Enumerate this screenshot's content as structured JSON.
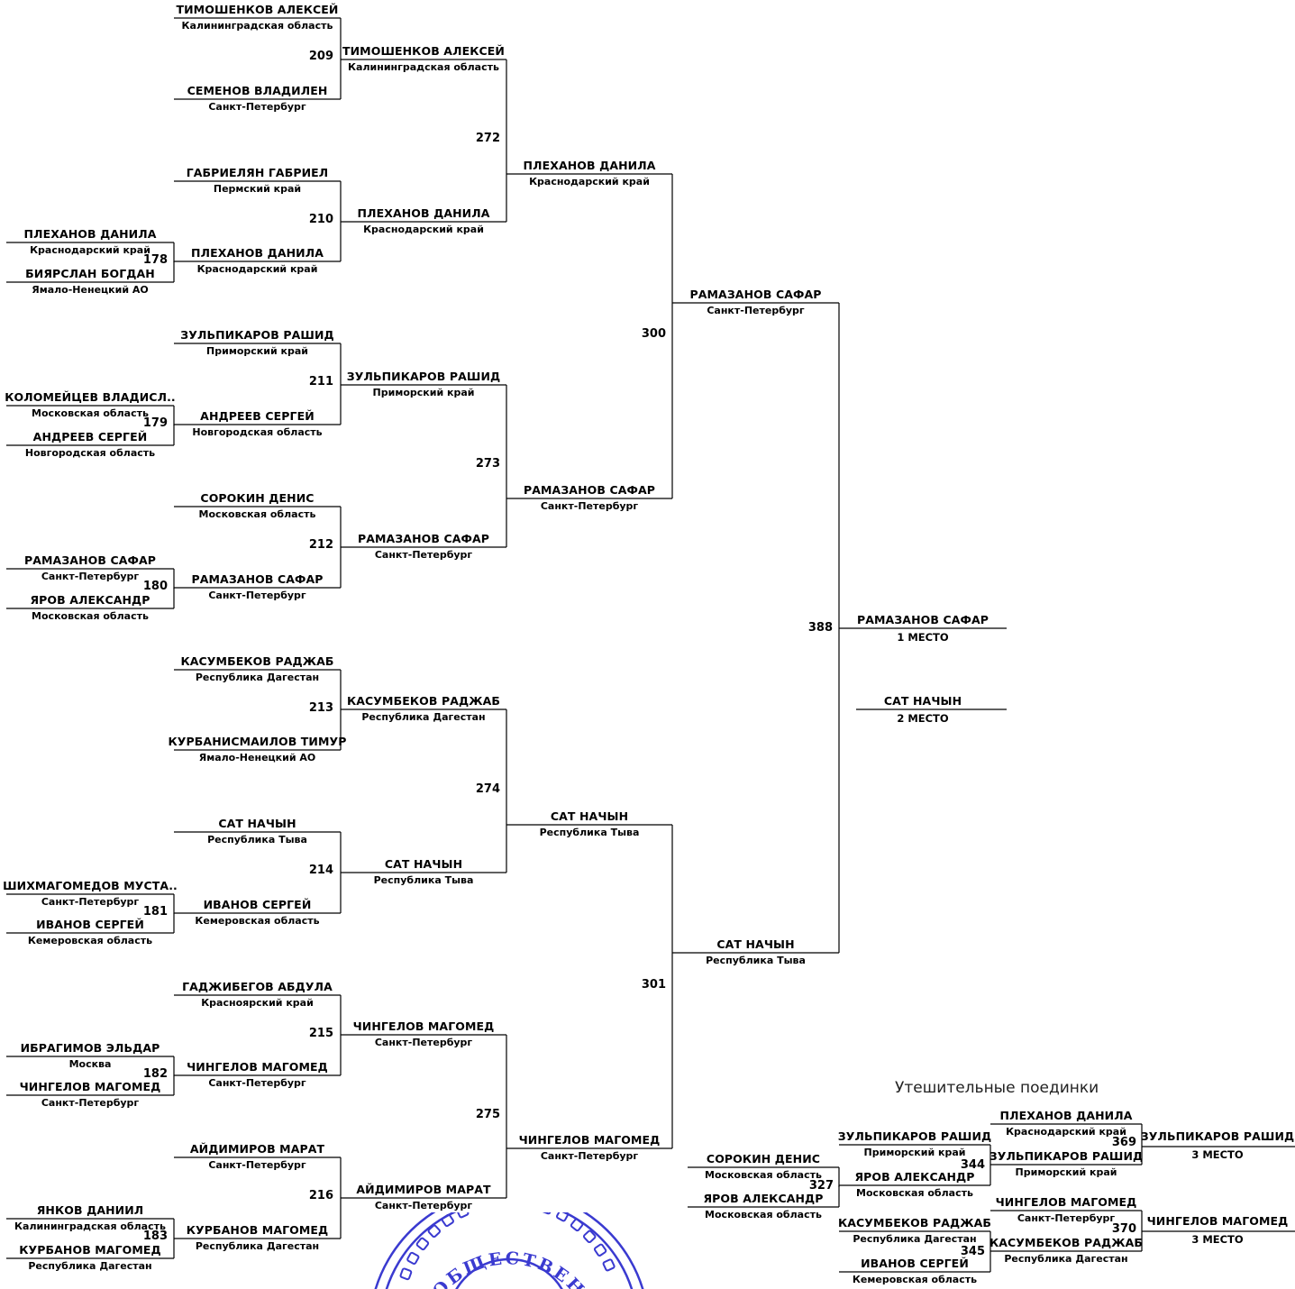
{
  "consolation_title": "Утешительные поединки",
  "r0": [
    {
      "name": "ПЛЕХАНОВ ДАНИЛА",
      "region": "Краснодарский край"
    },
    {
      "name": "БИЯРСЛАН БОГДАН",
      "region": "Ямало-Ненецкий АО"
    },
    {
      "name": "КОЛОМЕЙЦЕВ ВЛАДИСЛ..",
      "region": "Московская область"
    },
    {
      "name": "АНДРЕЕВ СЕРГЕЙ",
      "region": "Новгородская область"
    },
    {
      "name": "РАМАЗАНОВ САФАР",
      "region": "Санкт-Петербург"
    },
    {
      "name": "ЯРОВ АЛЕКСАНДР",
      "region": "Московская область"
    },
    {
      "name": "ШИХМАГОМЕДОВ МУСТА..",
      "region": "Санкт-Петербург"
    },
    {
      "name": "ИВАНОВ СЕРГЕЙ",
      "region": "Кемеровская область"
    },
    {
      "name": "ИБРАГИМОВ ЭЛЬДАР",
      "region": "Москва"
    },
    {
      "name": "ЧИНГЕЛОВ МАГОМЕД",
      "region": "Санкт-Петербург"
    },
    {
      "name": "ЯНКОВ ДАНИИЛ",
      "region": "Калининградская область"
    },
    {
      "name": "КУРБАНОВ МАГОМЕД",
      "region": "Республика Дагестан"
    }
  ],
  "r0_bouts": [
    "178",
    "179",
    "180",
    "181",
    "182",
    "183"
  ],
  "r1": [
    {
      "name": "ТИМОШЕНКОВ АЛЕКСЕЙ",
      "region": "Калининградская область"
    },
    {
      "name": "СЕМЕНОВ ВЛАДИЛЕН",
      "region": "Санкт-Петербург"
    },
    {
      "name": "ГАБРИЕЛЯН ГАБРИЕЛ",
      "region": "Пермский край"
    },
    {
      "name": "ПЛЕХАНОВ ДАНИЛА",
      "region": "Краснодарский край"
    },
    {
      "name": "ЗУЛЬПИКАРОВ РАШИД",
      "region": "Приморский край"
    },
    {
      "name": "АНДРЕЕВ СЕРГЕЙ",
      "region": "Новгородская область"
    },
    {
      "name": "СОРОКИН ДЕНИС",
      "region": "Московская область"
    },
    {
      "name": "РАМАЗАНОВ САФАР",
      "region": "Санкт-Петербург"
    },
    {
      "name": "КАСУМБЕКОВ РАДЖАБ",
      "region": "Республика Дагестан"
    },
    {
      "name": "КУРБАНИСМАИЛОВ ТИМУР",
      "region": "Ямало-Ненецкий АО"
    },
    {
      "name": "САТ НАЧЫН",
      "region": "Республика Тыва"
    },
    {
      "name": "ИВАНОВ СЕРГЕЙ",
      "region": "Кемеровская область"
    },
    {
      "name": "ГАДЖИБЕГОВ АБДУЛА",
      "region": "Красноярский край"
    },
    {
      "name": "ЧИНГЕЛОВ МАГОМЕД",
      "region": "Санкт-Петербург"
    },
    {
      "name": "АЙДИМИРОВ МАРАТ",
      "region": "Санкт-Петербург"
    },
    {
      "name": "КУРБАНОВ МАГОМЕД",
      "region": "Республика Дагестан"
    }
  ],
  "r1_bouts": [
    "209",
    "210",
    "211",
    "212",
    "213",
    "214",
    "215",
    "216"
  ],
  "r2": [
    {
      "name": "ТИМОШЕНКОВ АЛЕКСЕЙ",
      "region": "Калининградская область"
    },
    {
      "name": "ПЛЕХАНОВ ДАНИЛА",
      "region": "Краснодарский край"
    },
    {
      "name": "ЗУЛЬПИКАРОВ РАШИД",
      "region": "Приморский край"
    },
    {
      "name": "РАМАЗАНОВ САФАР",
      "region": "Санкт-Петербург"
    },
    {
      "name": "КАСУМБЕКОВ РАДЖАБ",
      "region": "Республика Дагестан"
    },
    {
      "name": "САТ НАЧЫН",
      "region": "Республика Тыва"
    },
    {
      "name": "ЧИНГЕЛОВ МАГОМЕД",
      "region": "Санкт-Петербург"
    },
    {
      "name": "АЙДИМИРОВ МАРАТ",
      "region": "Санкт-Петербург"
    }
  ],
  "r2_bouts": [
    "272",
    "273",
    "274",
    "275"
  ],
  "r3": [
    {
      "name": "ПЛЕХАНОВ ДАНИЛА",
      "region": "Краснодарский край"
    },
    {
      "name": "РАМАЗАНОВ САФАР",
      "region": "Санкт-Петербург"
    },
    {
      "name": "САТ НАЧЫН",
      "region": "Республика Тыва"
    },
    {
      "name": "ЧИНГЕЛОВ МАГОМЕД",
      "region": "Санкт-Петербург"
    }
  ],
  "r3_bouts": [
    "300",
    "301"
  ],
  "r4": [
    {
      "name": "РАМАЗАНОВ САФАР",
      "region": "Санкт-Петербург"
    },
    {
      "name": "САТ НАЧЫН",
      "region": "Республика Тыва"
    }
  ],
  "final_bout": "388",
  "places": [
    {
      "name": "РАМАЗАНОВ САФАР",
      "label": "1 МЕСТО"
    },
    {
      "name": "САТ НАЧЫН",
      "label": "2 МЕСТО"
    }
  ],
  "consolation": {
    "c1": [
      {
        "name": "СОРОКИН ДЕНИС",
        "region": "Московская область"
      },
      {
        "name": "ЯРОВ АЛЕКСАНДР",
        "region": "Московская область"
      }
    ],
    "c1_bout": "327",
    "c2": [
      {
        "name": "ЗУЛЬПИКАРОВ РАШИД",
        "region": "Приморский край"
      },
      {
        "name": "ЯРОВ АЛЕКСАНДР",
        "region": "Московская область"
      },
      {
        "name": "КАСУМБЕКОВ РАДЖАБ",
        "region": "Республика Дагестан"
      },
      {
        "name": "ИВАНОВ СЕРГЕЙ",
        "region": "Кемеровская область"
      }
    ],
    "c2_bouts": [
      "344",
      "345"
    ],
    "c3": [
      {
        "name": "ПЛЕХАНОВ ДАНИЛА",
        "region": "Краснодарский край"
      },
      {
        "name": "ЗУЛЬПИКАРОВ РАШИД",
        "region": "Приморский край"
      },
      {
        "name": "ЧИНГЕЛОВ МАГОМЕД",
        "region": "Санкт-Петербург"
      },
      {
        "name": "КАСУМБЕКОВ РАДЖАБ",
        "region": "Республика Дагестан"
      }
    ],
    "c3_bouts": [
      "369",
      "370"
    ],
    "places": [
      {
        "name": "ЗУЛЬПИКАРОВ РАШИД",
        "label": "3 МЕСТО"
      },
      {
        "name": "ЧИНГЕЛОВ МАГОМЕД",
        "label": "3 МЕСТО"
      }
    ]
  },
  "stamp_text": "ОБЩЕСТВЕННАЯ ДЕМОКРАТИЯ",
  "colors": {
    "line": "#000000",
    "stamp": "#3a3ad0",
    "text": "#000000"
  }
}
